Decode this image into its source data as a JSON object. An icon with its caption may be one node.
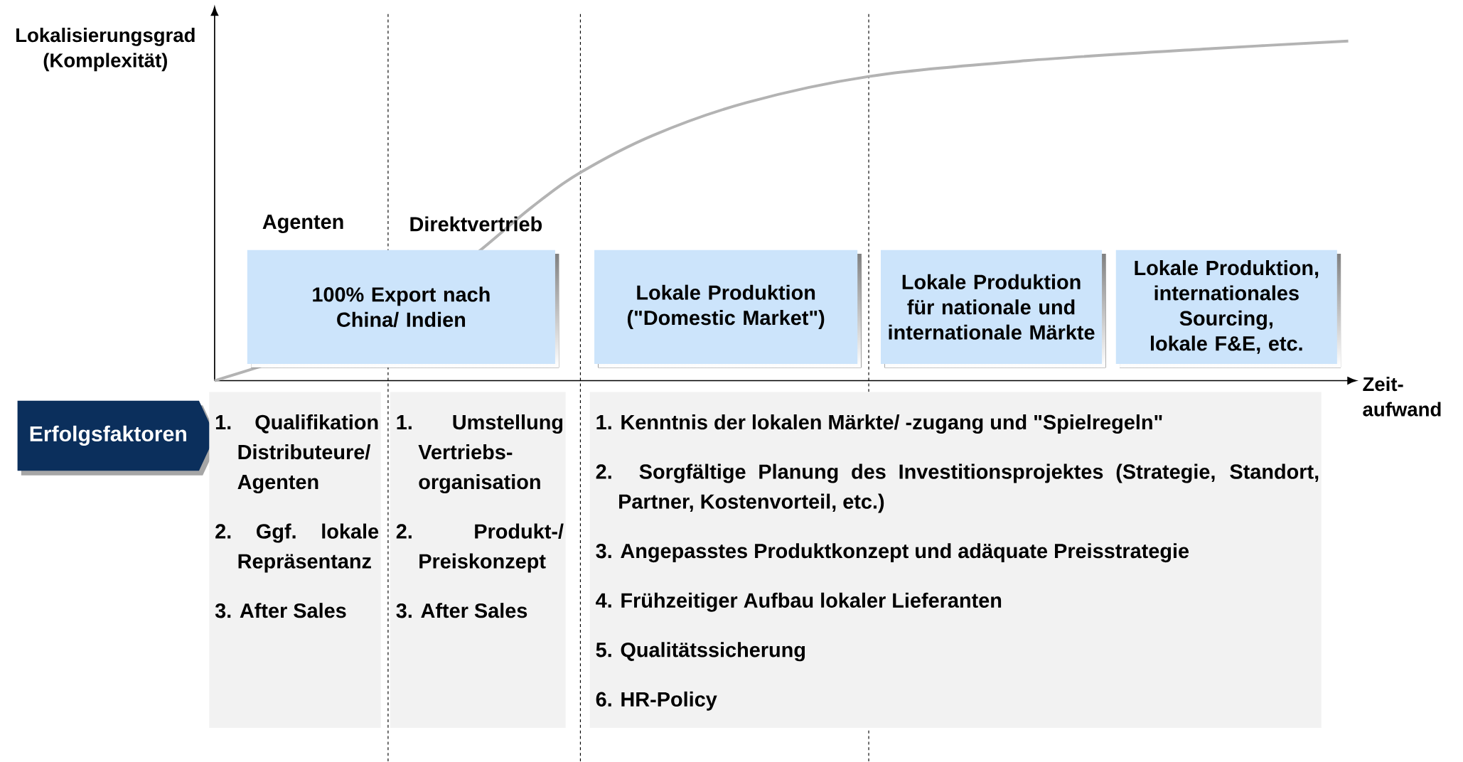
{
  "diagram": {
    "nodes": [
      {
        "text": [
          "100% Export nach China/ Indien"
        ]
      },
      {
        "text": [
          "Lokale Produktion (\"Domestic Market\")"
        ]
      },
      {
        "text": [
          "Lokale Produktion für nationale und internationale Märkte"
        ]
      },
      {
        "text": [
          "Lokale Produktion, internationales Sourcing, lokale F&E, etc."
        ]
      },
      {
        "text": [
          "Erfolgsfaktoren"
        ]
      },
      {
        "text": [
          "1. Qualifikation Distributeure/ Agenten",
          "2. Ggf. lokale Repräsentanz",
          "3. After Sales"
        ]
      },
      {
        "text": [
          "1. Umstellung Vertriebs- organisation",
          "2. Produkt-/ Preiskonzept",
          "3. After Sales"
        ]
      },
      {
        "text": [
          "1. Kenntnis der lokalen Märkte/ -zugang und \"Spielregeln\"",
          "2. Sorgfältige Planung des Investitionsprojektes (Strategie, Standort, Partner, Kostenvorteil, etc.)",
          "3. Angepasstes Produktkonzept und adäquate Preisstrategie",
          "4. Frühzeitiger Aufbau lokaler Lieferanten",
          "5. Qualitätssicherung",
          "6. HR-Policy"
        ]
      }
    ],
    "labels": [
      "Lokalisierungsgrad (Komplexität)",
      "Agenten",
      "Direktvertrieb",
      "Zeit- aufwand"
    ]
  }
}
